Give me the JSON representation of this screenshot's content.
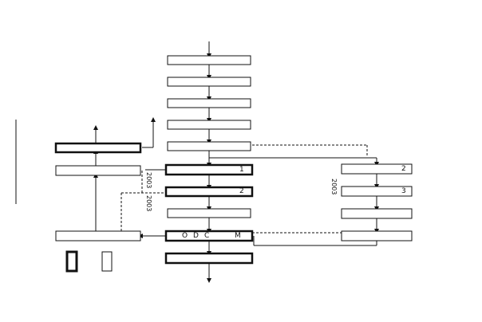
{
  "diagram": {
    "orientation_note_shown": "",
    "title_text": "",
    "legend": [
      {
        "label": ""
      },
      {
        "label": ""
      }
    ],
    "boxes": {
      "m1": "",
      "m2": "",
      "m3": "",
      "m4": "",
      "m5": "",
      "m6_stage_num": "1",
      "m6": "",
      "m7_stage_num": "2",
      "m7": "",
      "m8": "",
      "m9_chars": [
        "O",
        "D",
        "C",
        "M"
      ],
      "m10": "",
      "r1_stage_num": "2",
      "r1": "",
      "r2_stage_num": "3",
      "r2": "",
      "r3": "",
      "r4": "",
      "l1": "",
      "l2": "",
      "l3": ""
    },
    "edge_labels": {
      "top_input": "",
      "bottom_output": "",
      "side_m6": "",
      "side_m7": "",
      "side_m8": "",
      "side_m9": "",
      "side_m10": "",
      "side_r1": "",
      "side_r2": "",
      "side_r3": "",
      "left_up_1": "",
      "left_up_2": "",
      "left_mid": "",
      "year_1": "2003",
      "year_2": "2003",
      "year_3": "2003"
    }
  }
}
